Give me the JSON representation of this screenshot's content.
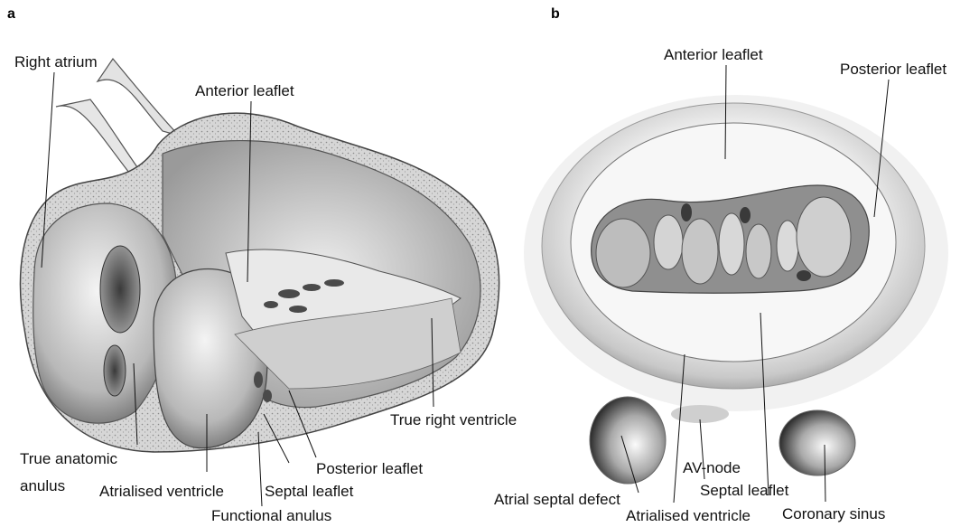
{
  "panels": {
    "a": "a",
    "b": "b"
  },
  "panel_a": {
    "right_atrium": "Right atrium",
    "anterior_leaflet": "Anterior leaflet",
    "true_right_ventricle": "True right ventricle",
    "true_anatomic_anulus_1": "True anatomic",
    "true_anatomic_anulus_2": "anulus",
    "atrialised_ventricle": "Atrialised ventricle",
    "septal_leaflet": "Septal leaflet",
    "posterior_leaflet": "Posterior leaflet",
    "functional_anulus": "Functional anulus"
  },
  "panel_b": {
    "anterior_leaflet": "Anterior leaflet",
    "posterior_leaflet": "Posterior leaflet",
    "av_node": "AV-node",
    "atrial_septal_defect": "Atrial septal defect",
    "septal_leaflet": "Septal leaflet",
    "coronary_sinus": "Coronary sinus",
    "atrialised_ventricle": "Atrialised ventricle"
  }
}
